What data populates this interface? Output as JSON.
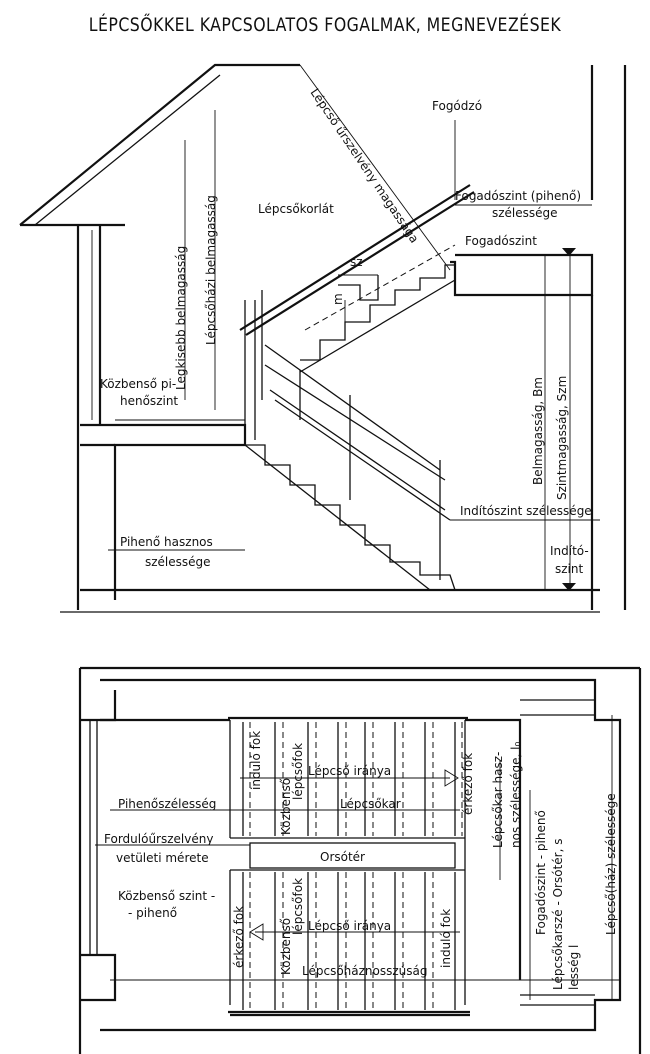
{
  "title": "LÉPCSŐKKEL KAPCSOLATOS FOGALMAK, MEGNEVEZÉSEK",
  "section": {
    "urszelveny": "Lépcső űrszelvény magassága",
    "fogodzo": "Fogódzó",
    "fogadoszint_szelesseg_1": "Fogadószint (pihenő)",
    "fogadoszint_szelesseg_2": "szélessége",
    "fogadoszint": "Fogadószint",
    "lepcsokorlat": "Lépcsőkorlát",
    "sz": "sz",
    "m": "m",
    "legkisebb_belmagassag": "Legkisebb belmagasság",
    "lepcsohazi_belmagassag": "Lépcsőházi belmagasság",
    "kozbenso_1": "Közbenső pi-",
    "kozbenso_2": "henőszint",
    "belmagassag": "Belmagasság, Bm",
    "szintmagassag": "Szintmagasság, Szm",
    "inditoszint_szelesseg": "Indítószint szélessége",
    "piheno_hasznos_1": "Pihenő hasznos",
    "piheno_hasznos_2": "szélessége",
    "indito_1": "Indító-",
    "indito_2": "szint"
  },
  "plan": {
    "indulo_fok_top": "induló fok",
    "kozbenso_lepcsofok_top_1": "Közbenső",
    "kozbenso_lepcsofok_top_2": "lépcsőfok",
    "lepcso_iranya_top": "Lépcső iránya",
    "erkezo_fok_top": "érkező fok",
    "pihenoszelesseg": "Pihenőszélesség",
    "lepcsokar": "Lépcsőkar",
    "fordulo_1": "Fordulóűrszelvény",
    "fordulo_2": "vetületi mérete",
    "orsoter": "Orsótér",
    "kozbensoszint_1": "Közbenső szint -",
    "kozbensoszint_2": "- pihenő",
    "erkezo_fok_bottom": "érkező fok",
    "kozbenso_lepcsofok_bottom_1": "Közbenső",
    "kozbenso_lepcsofok_bottom_2": "lépcsőfok",
    "lepcso_iranya_bottom": "Lépcső iránya",
    "indulo_fok_bottom": "induló fok",
    "lepcsohaznosszusag": "Lépcsőháznosszúság",
    "lepcsokar_hasznos_1": "Lépcsőkar hasz-",
    "lepcsokar_hasznos_2": "nos szélessége, l₀",
    "fogadoszint_piheno": "Fogadószint - pihenő",
    "lepcsokarszelesseg_1": "Lépcsőkarszé - Orsótér, s",
    "lepcsokarszelesseg_2": "lesség  l",
    "lepcsohaz_szelesseg": "Lépcső(ház)  szélessége"
  }
}
